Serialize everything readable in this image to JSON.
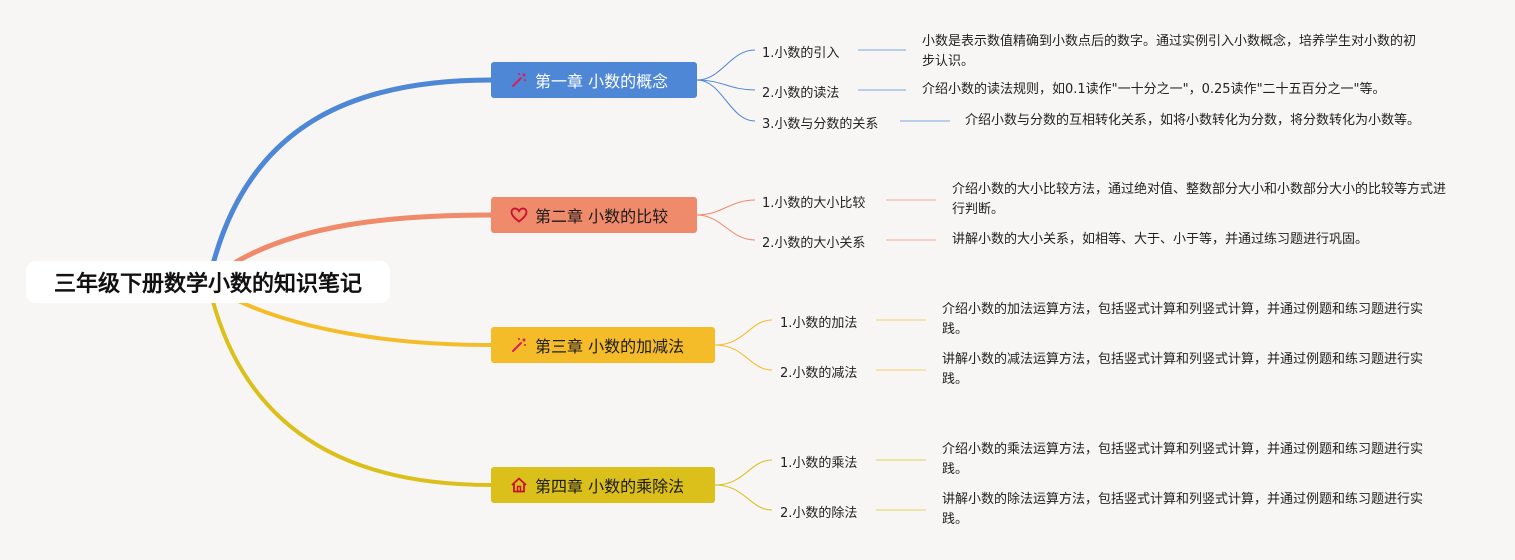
{
  "root": {
    "title": "三年级下册数学小数的知识笔记"
  },
  "colors": {
    "chapter1": "#4e87d6",
    "chapter2": "#ef8a6a",
    "chapter3": "#f5bc2a",
    "chapter4": "#dbbf1b"
  },
  "chapters": [
    {
      "title": "第一章 小数的概念",
      "icon": "magic-wand-icon",
      "topics": [
        {
          "label": "1.小数的引入",
          "desc": "小数是表示数值精确到小数点后的数字。通过实例引入小数概念，培养学生对小数的初步认识。"
        },
        {
          "label": "2.小数的读法",
          "desc": "介绍小数的读法规则，如0.1读作\"一十分之一\"，0.25读作\"二十五百分之一\"等。"
        },
        {
          "label": "3.小数与分数的关系",
          "desc": "介绍小数与分数的互相转化关系，如将小数转化为分数，将分数转化为小数等。"
        }
      ]
    },
    {
      "title": "第二章 小数的比较",
      "icon": "heart-icon",
      "topics": [
        {
          "label": "1.小数的大小比较",
          "desc": "介绍小数的大小比较方法，通过绝对值、整数部分大小和小数部分大小的比较等方式进行判断。"
        },
        {
          "label": "2.小数的大小关系",
          "desc": "讲解小数的大小关系，如相等、大于、小于等，并通过练习题进行巩固。"
        }
      ]
    },
    {
      "title": "第三章 小数的加减法",
      "icon": "magic-wand-icon",
      "topics": [
        {
          "label": "1.小数的加法",
          "desc": "介绍小数的加法运算方法，包括竖式计算和列竖式计算，并通过例题和练习题进行实践。"
        },
        {
          "label": "2.小数的减法",
          "desc": "讲解小数的减法运算方法，包括竖式计算和列竖式计算，并通过例题和练习题进行实践。"
        }
      ]
    },
    {
      "title": "第四章 小数的乘除法",
      "icon": "house-icon",
      "topics": [
        {
          "label": "1.小数的乘法",
          "desc": "介绍小数的乘法运算方法，包括竖式计算和列竖式计算，并通过例题和练习题进行实践。"
        },
        {
          "label": "2.小数的除法",
          "desc": "讲解小数的除法运算方法，包括竖式计算和列竖式计算，并通过例题和练习题进行实践。"
        }
      ]
    }
  ]
}
